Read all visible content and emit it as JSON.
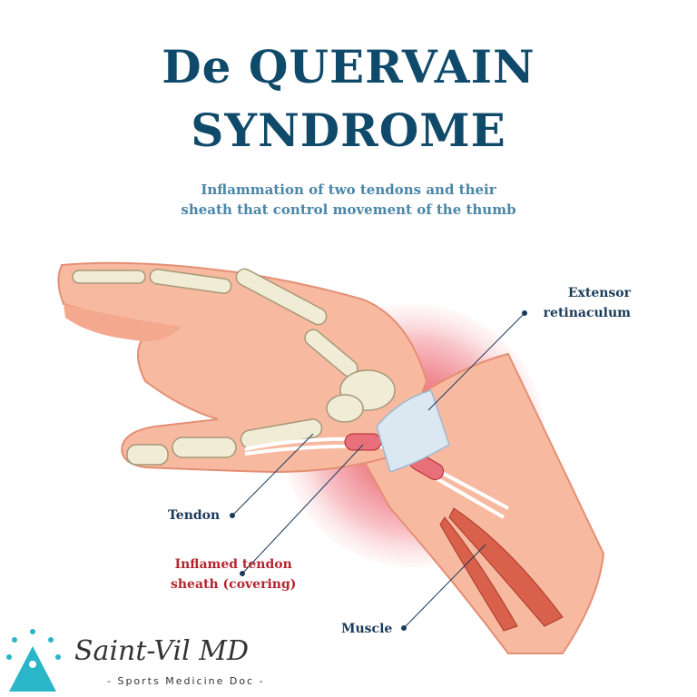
{
  "title": {
    "line1": "De QUERVAIN",
    "line2": "SYNDROME"
  },
  "subtitle": {
    "line1": "Inflammation of two tendons and their",
    "line2": "sheath that control movement of the thumb"
  },
  "labels": {
    "extensor_line1": "Extensor",
    "extensor_line2": "retinaculum",
    "tendon": "Tendon",
    "inflamed_line1": "Inflamed tendon",
    "inflamed_line2": "sheath (covering)",
    "muscle": "Muscle"
  },
  "brand": {
    "name": "Saint-Vil MD",
    "tagline": "- Sports Medicine Doc -"
  },
  "colors": {
    "title": "#0f4a6b",
    "subtitle": "#4a86a8",
    "label": "#1b3a5a",
    "inflamed": "#b3262e",
    "skin": "#f7b9a0",
    "logo": "#2bb5c8"
  }
}
